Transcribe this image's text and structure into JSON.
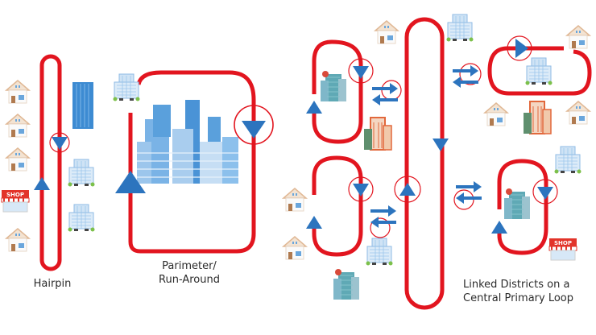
{
  "diagram": {
    "colors": {
      "route": "#e2151f",
      "arrow": "#2c74be",
      "building_blue": "#5aa0dc",
      "building_light": "#a9cdee",
      "house_roof": "#e8c9a8",
      "shop_red": "#e2342a",
      "tree_green": "#7cc04a",
      "text": "#2b2b2b"
    },
    "panels": [
      {
        "id": "hairpin",
        "label": "Hairpin"
      },
      {
        "id": "perimeter",
        "label_line1": "Parimeter/",
        "label_line2": "Run-Around"
      },
      {
        "id": "linked",
        "label_line1": "Linked Districts on a",
        "label_line2": "Central Primary Loop"
      }
    ],
    "icons": {
      "shop_sign": "SHOP"
    }
  }
}
